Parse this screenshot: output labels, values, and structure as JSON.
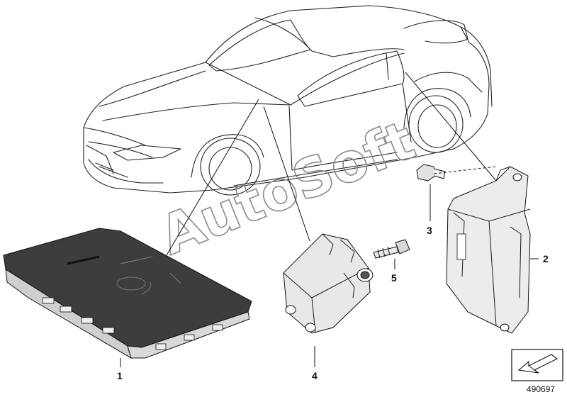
{
  "callouts": [
    {
      "id": "1",
      "label": "1"
    },
    {
      "id": "2",
      "label": "2"
    },
    {
      "id": "3",
      "label": "3"
    },
    {
      "id": "4",
      "label": "4"
    },
    {
      "id": "5",
      "label": "5"
    }
  ],
  "watermark": "AutoSoft",
  "document_number": "490697",
  "colors": {
    "line": "#222222",
    "module_dark": "#3a3a3a",
    "part_fill": "#e6e6e6"
  }
}
